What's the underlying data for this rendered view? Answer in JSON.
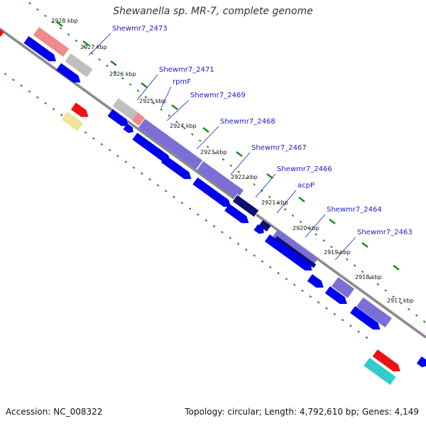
{
  "title": "Shewanella sp. MR-7, complete genome",
  "footer": {
    "accession": "Accession: NC_008322",
    "summary": "Topology: circular; Length: 4,792,610 bp; Genes: 4,149"
  },
  "colors": {
    "background": "#ffffff",
    "axis": "#777777",
    "tick": "#1a8c1a",
    "gene_label": "#1a1acc",
    "cds_blue": "#0000ee",
    "feature_violet": "#7b6fd6",
    "feature_navy": "#101070",
    "feature_grey": "#bfbfbf",
    "feature_pink": "#ee8a8a",
    "feature_red": "#ee1111",
    "feature_yellow": "#f0e498",
    "feature_cyan": "#33cccc"
  },
  "kbp_labels": [
    "2928 kbp",
    "2927 kbp",
    "2926 kbp",
    "2925 kbp",
    "2924 kbp",
    "2923 kbp",
    "2922 kbp",
    "2921 kbp",
    "2920 kbp",
    "2919 kbp",
    "2918 kbp",
    "2917 kbp"
  ],
  "gene_labels": [
    "Shewmr7_2473",
    "Shewmr7_2471",
    "rpmF",
    "Shewmr7_2469",
    "Shewmr7_2468",
    "Shewmr7_2467",
    "Shewmr7_2466",
    "acpP",
    "Shewmr7_2464",
    "Shewmr7_2463"
  ]
}
